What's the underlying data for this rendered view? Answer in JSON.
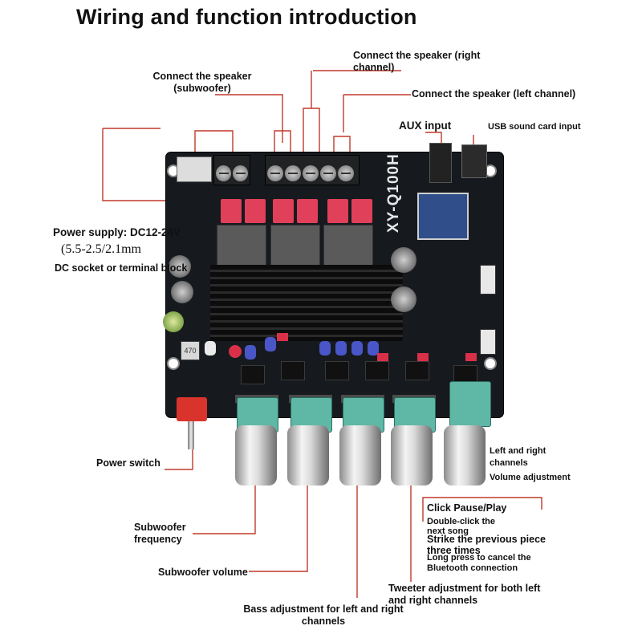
{
  "title": "Wiring and function introduction",
  "board_model": "XY-Q100H",
  "cap_marking": "470",
  "labels": {
    "speaker_sub": [
      "Connect the speaker",
      "(subwoofer)"
    ],
    "speaker_right": [
      "Connect the speaker (right",
      "channel)"
    ],
    "speaker_left": "Connect the speaker (left channel)",
    "aux": "AUX input",
    "usb": "USB sound card input",
    "power_supply": "Power supply: DC12-24V",
    "power_socket_size": "(5.5-2.5/2.1mm",
    "dc_socket": "DC socket or terminal block",
    "power_switch": "Power switch",
    "volume": [
      "Left and right",
      "channels",
      "Volume adjustment"
    ],
    "play": "Click Pause/Play",
    "next": [
      "Double-click the",
      "next song"
    ],
    "previous": [
      "Strike the previous piece",
      "three times"
    ],
    "long_press": [
      "Long press to cancel the",
      "Bluetooth connection"
    ],
    "sub_freq": [
      "Subwoofer",
      "frequency"
    ],
    "sub_volume": "Subwoofer volume",
    "tweeter": [
      "Tweeter adjustment for both left",
      "and right channels"
    ],
    "bass": [
      "Bass adjustment for left and right",
      "channels"
    ]
  },
  "colors": {
    "leader_line": "#c0392b",
    "board": "#161a1f",
    "knob": "#e6e6e6"
  }
}
